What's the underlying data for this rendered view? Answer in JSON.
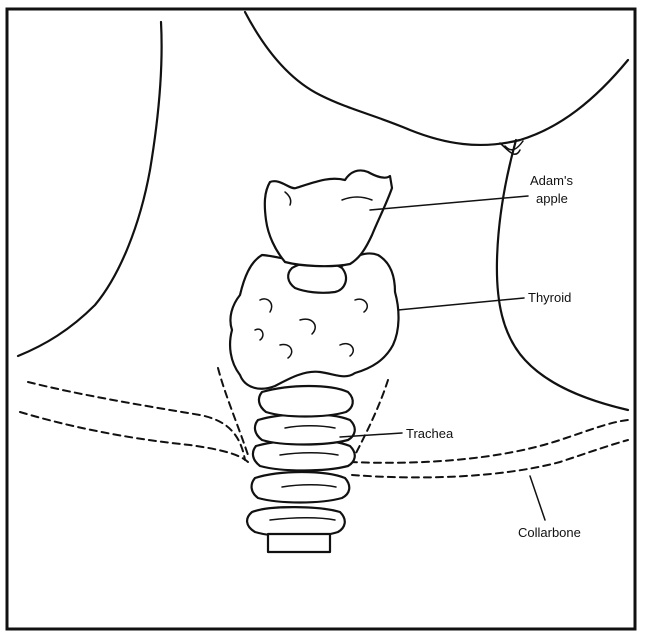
{
  "diagram": {
    "labels": {
      "adams_apple_line1": "Adam's",
      "adams_apple_line2": "apple",
      "thyroid": "Thyroid",
      "trachea": "Trachea",
      "collarbone": "Collarbone"
    }
  }
}
